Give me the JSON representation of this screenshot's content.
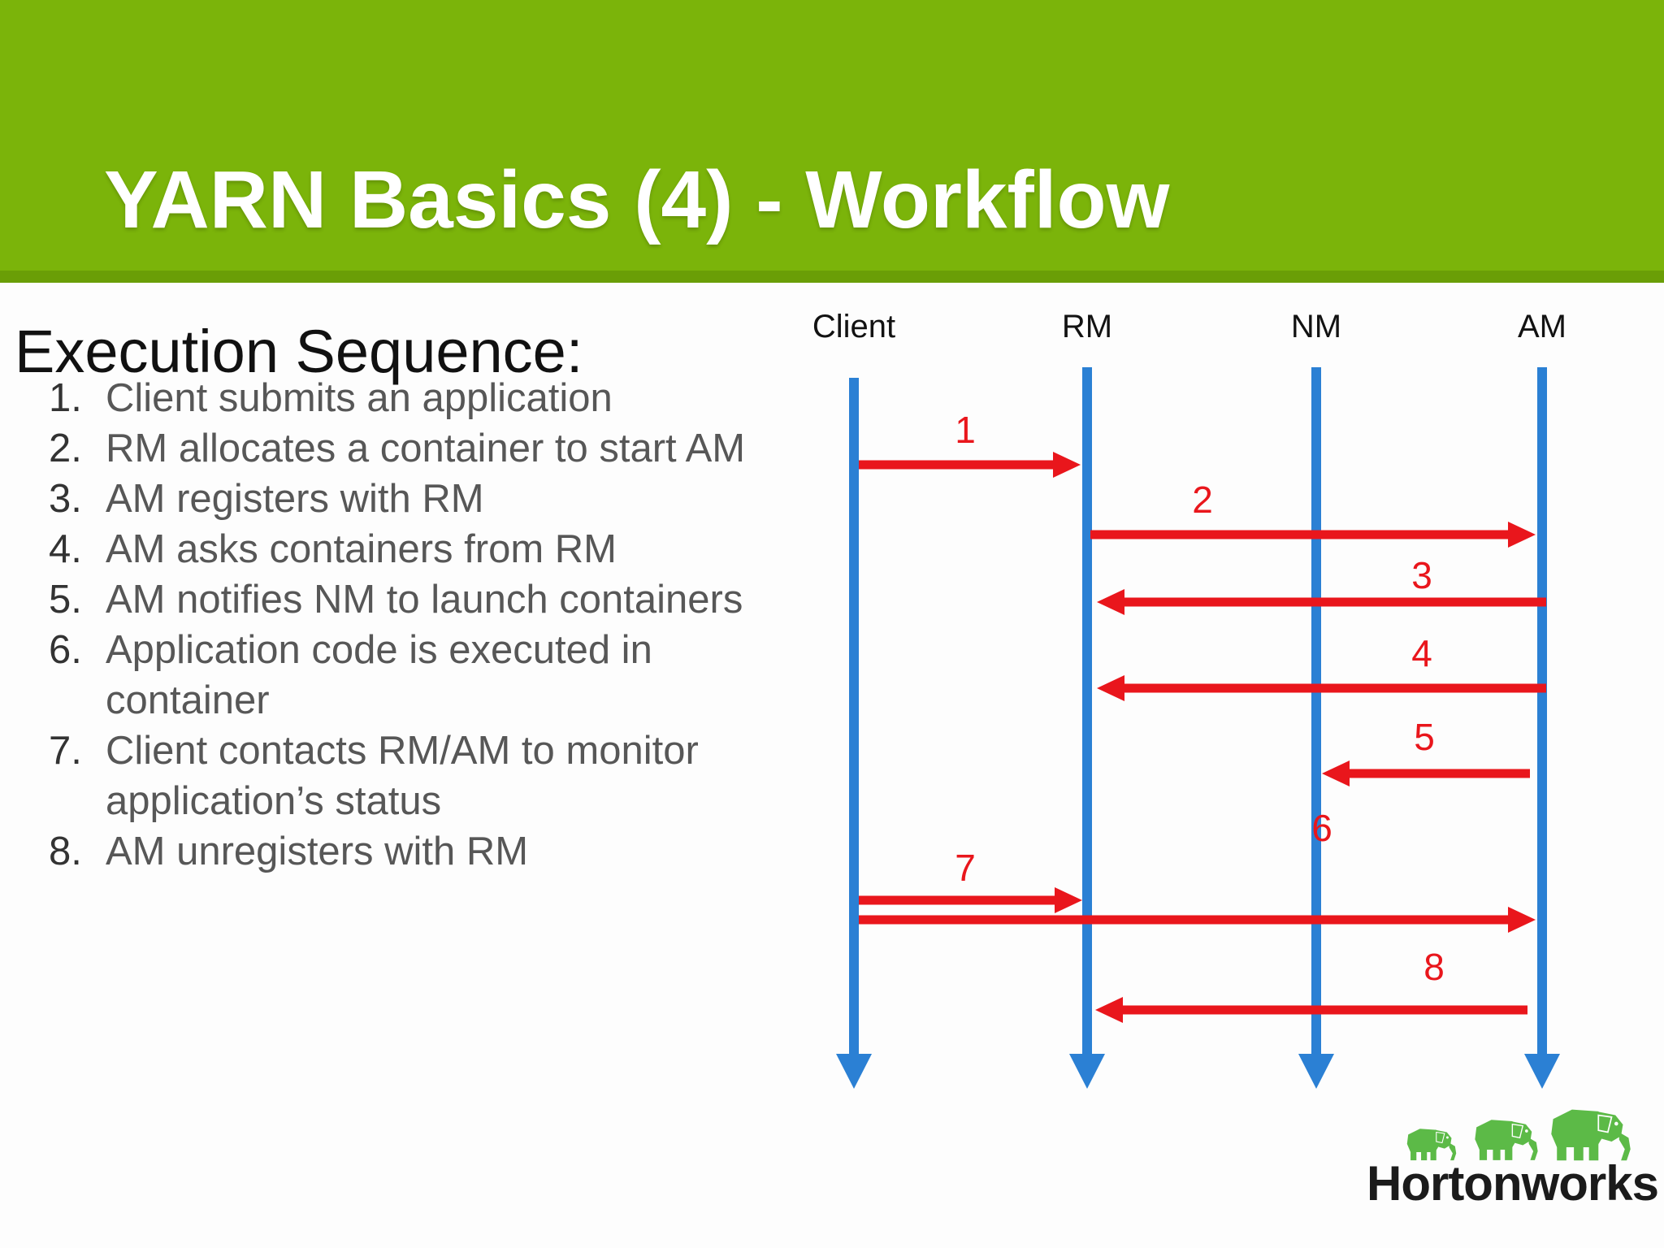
{
  "slide": {
    "title": "YARN Basics (4) - Workflow",
    "heading": "Execution Sequence:",
    "list": [
      {
        "num": "1.",
        "lines": [
          "Client submits an application"
        ]
      },
      {
        "num": "2.",
        "lines": [
          "RM allocates a container to start AM"
        ]
      },
      {
        "num": "3.",
        "lines": [
          "AM registers with RM"
        ]
      },
      {
        "num": "4.",
        "lines": [
          "AM asks containers from RM"
        ]
      },
      {
        "num": "5.",
        "lines": [
          "AM notifies NM to launch containers"
        ]
      },
      {
        "num": "6.",
        "lines": [
          "Application code is executed in",
          "container"
        ]
      },
      {
        "num": "7.",
        "lines": [
          "Client contacts RM/AM to monitor",
          "application’s status"
        ]
      },
      {
        "num": "8.",
        "lines": [
          "AM unregisters with RM"
        ]
      }
    ]
  },
  "diagram": {
    "actors": [
      {
        "id": "Client",
        "label": "Client"
      },
      {
        "id": "RM",
        "label": "RM"
      },
      {
        "id": "NM",
        "label": "NM"
      },
      {
        "id": "AM",
        "label": "AM"
      }
    ],
    "messages": [
      {
        "label": "1",
        "from": "Client",
        "to": "RM"
      },
      {
        "label": "2",
        "from": "RM",
        "to": "AM"
      },
      {
        "label": "3",
        "from": "AM",
        "to": "RM"
      },
      {
        "label": "4",
        "from": "AM",
        "to": "RM"
      },
      {
        "label": "5",
        "from": "AM",
        "to": "NM"
      },
      {
        "label": "6",
        "from": "NM",
        "to": "NM",
        "type": "marker"
      },
      {
        "label": "7",
        "from": "Client",
        "to": "RM"
      },
      {
        "label": "",
        "from": "Client",
        "to": "AM"
      },
      {
        "label": "8",
        "from": "AM",
        "to": "RM"
      }
    ]
  },
  "logo": {
    "text": "Hortonworks"
  },
  "colors": {
    "header_green": "#7BB40A",
    "header_stripe_green": "#6A9E06",
    "arrow_red": "#E9161C",
    "lifeline_blue": "#2B80D4",
    "logo_green": "#5CBA47",
    "list_text_gray": "#575757",
    "title_white": "#FFFFFF",
    "heading_black": "#111111"
  }
}
